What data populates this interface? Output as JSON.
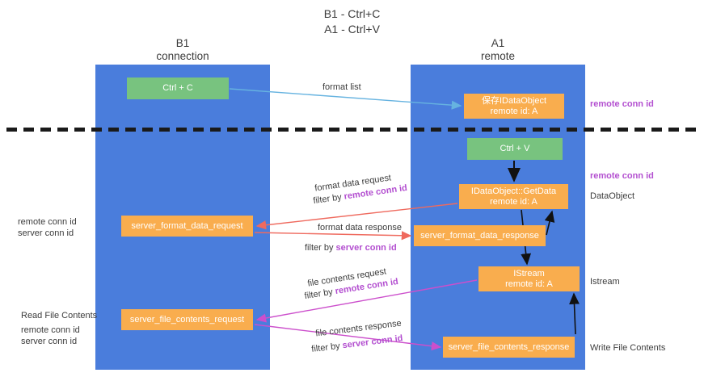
{
  "header": {
    "title": "B1 - Ctrl+C\nA1 - Ctrl+V"
  },
  "lanes": [
    {
      "id": "b1",
      "name": "B1",
      "role": "connection",
      "label": "B1\nconnection",
      "color": "#4a7ddc"
    },
    {
      "id": "a1",
      "name": "A1",
      "role": "remote",
      "label": "A1\nremote",
      "color": "#4a7ddc"
    }
  ],
  "nodes": {
    "ctrl_c": {
      "line1": "Ctrl + C",
      "line2": "",
      "color": "#78c37f"
    },
    "idataobject": {
      "line1": "保存IDataObject",
      "line2": "remote id: A",
      "color": "#f9ad4e"
    },
    "ctrl_v": {
      "line1": "Ctrl + V",
      "line2": "",
      "color": "#78c37f"
    },
    "getdata": {
      "line1": "IDataObject::GetData",
      "line2": "remote id: A",
      "color": "#f9ad4e"
    },
    "server_format_data_request": {
      "line1": "server_format_data_request",
      "line2": "",
      "color": "#f9ad4e"
    },
    "server_format_data_response": {
      "line1": "server_format_data_response",
      "line2": "",
      "color": "#f9ad4e"
    },
    "istream": {
      "line1": "IStream",
      "line2": "remote id: A",
      "color": "#f9ad4e"
    },
    "server_file_contents_request": {
      "line1": "server_file_contents_request",
      "line2": "",
      "color": "#f9ad4e"
    },
    "server_file_contents_response": {
      "line1": "server_file_contents_response",
      "line2": "",
      "color": "#f9ad4e"
    }
  },
  "edge_labels": {
    "format_list": "format list",
    "format_data_request": "format data request",
    "format_data_request_filter_prefix": "filter by ",
    "format_data_request_filter_key": "remote conn id",
    "format_data_response": "format data response",
    "format_data_response_filter_prefix": "filter by ",
    "format_data_response_filter_key": "server conn id",
    "file_contents_request": "file contents request",
    "file_contents_request_filter_prefix": "filter by ",
    "file_contents_request_filter_key": "remote conn id",
    "file_contents_response": "file contents response",
    "file_contents_response_filter_prefix": "filter by ",
    "file_contents_response_filter_key": "server conn id"
  },
  "side_labels": {
    "right_remote_conn_id_top": "remote conn id",
    "right_remote_conn_id_mid": "remote conn id",
    "dataobject": "DataObject",
    "istream": "Istream",
    "write_file_contents": "Write File Contents",
    "left_remote_conn_id": "remote conn id",
    "left_server_conn_id": "server conn id",
    "read_file_contents": "Read File Contents",
    "left_remote_conn_id_2": "remote conn id",
    "left_server_conn_id_2": "server conn id"
  },
  "colors": {
    "lane": "#4a7ddc",
    "green_node": "#78c37f",
    "orange_node": "#f9ad4e",
    "purple_key": "#b34fd0",
    "green_key": "#78c37f",
    "red_arrow": "#ef6a5e",
    "magenta_arrow": "#cc4fcc",
    "blue_arrow": "#66b3e0",
    "divider": "#1a1a1a",
    "text": "#3c3c3c"
  }
}
